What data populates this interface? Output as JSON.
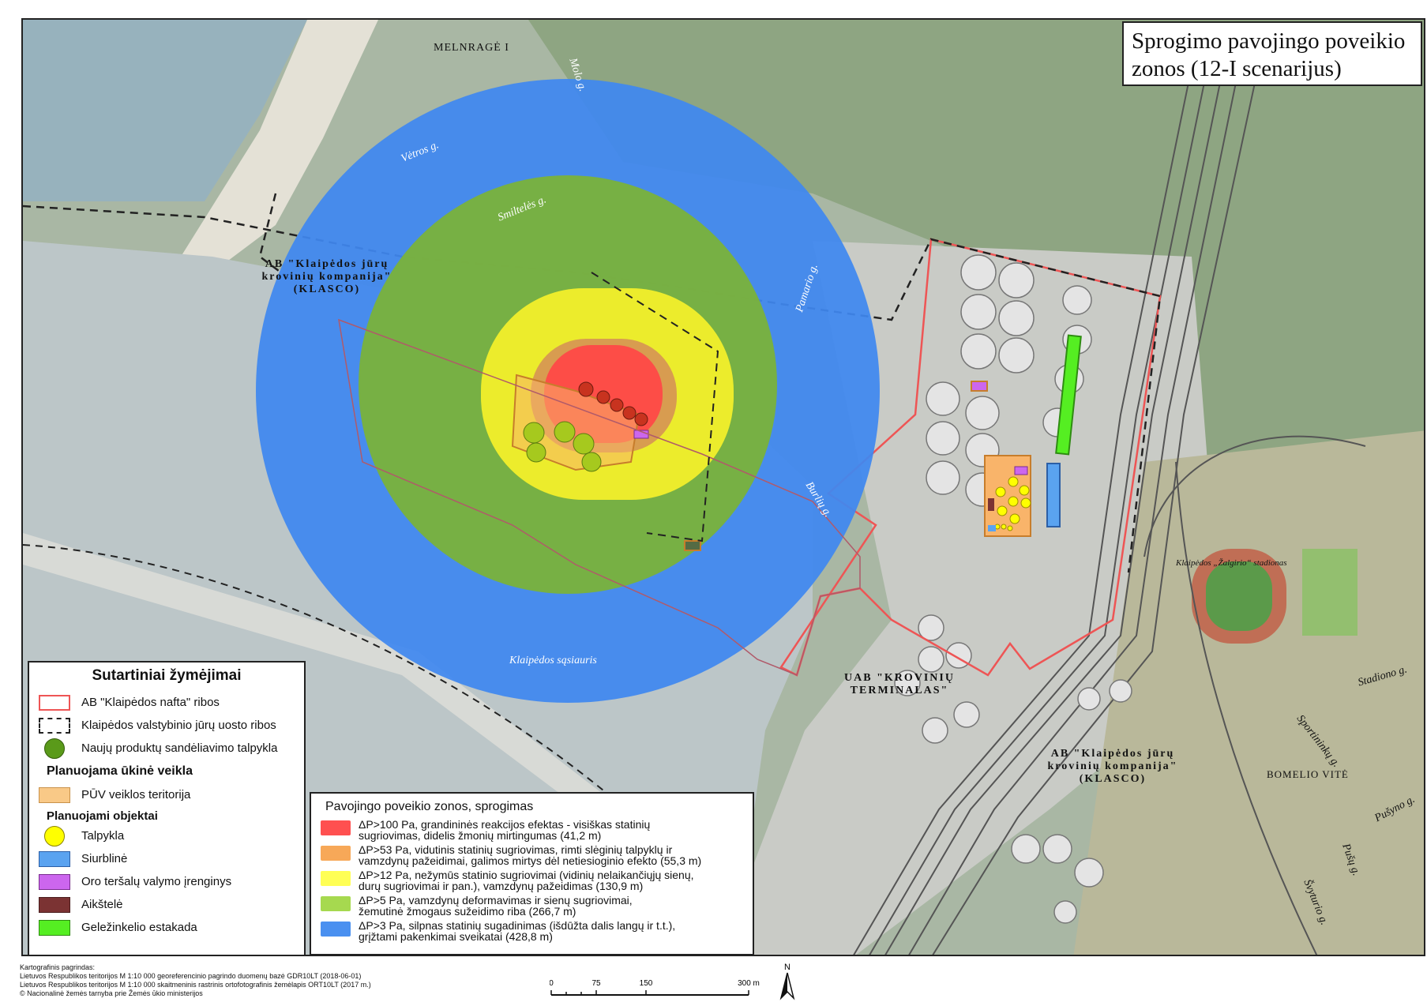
{
  "title": "Sprogimo pavojingo poveikio zonos (12-I scenarijus)",
  "place_labels": {
    "melnrage": "MELNRAGĖ I",
    "klasco_left_line1": "AB \"Klaipėdos jūrų",
    "klasco_left_line2": "krovinių kompanija\"",
    "klasco_left_line3": "(KLASCO)",
    "krovinu_line1": "UAB \"KROVINIŲ",
    "krovinu_line2": "TERMINALAS\"",
    "klasco_right_line1": "AB \"Klaipėdos jūrų",
    "klasco_right_line2": "krovinių kompanija\"",
    "klasco_right_line3": "(KLASCO)",
    "bomelio": "BOMELIO VITĖ",
    "stadionas": "Klaipėdos „Žalgirio“ stadionas"
  },
  "street_labels": {
    "moluo": "Molo g.",
    "vetros": "Vėtros g.",
    "smiltyne": "Smiltelės g.",
    "pamario": "Pamario g.",
    "burlu": "Burlių g.",
    "sasiauris": "Klaipėdos sąsiauris",
    "stadiono": "Stadiono g.",
    "sportininku": "Sportininkų g.",
    "pusyno": "Pušyno g.",
    "pusu": "Pušų g.",
    "syvurio": "Švyturio g."
  },
  "legend": {
    "title": "Sutartiniai žymėjimai",
    "items": [
      {
        "label": "AB \"Klaipėdos nafta\" ribos",
        "icon": "red-outline"
      },
      {
        "label": "Klaipėdos valstybinio jūrų uosto ribos",
        "icon": "dashed-outline"
      },
      {
        "label": "Naujų produktų sandėliavimo talpykla",
        "icon": "green-circle"
      }
    ],
    "section_planned": "Planuojama ūkinė veikla",
    "puv": "PŪV veiklos teritorija",
    "section_objects": "Planuojami objektai",
    "objects": [
      {
        "label": "Talpykla",
        "icon": "yellow-circle",
        "color": "#ffff00"
      },
      {
        "label": "Siurblinė",
        "icon": "blue-rect",
        "color": "#5aa3f0"
      },
      {
        "label": "Oro teršalų valymo įrenginys",
        "icon": "purple-rect",
        "color": "#cc66ee"
      },
      {
        "label": "Aikštelė",
        "icon": "brown-rect",
        "color": "#7b3333"
      },
      {
        "label": "Geležinkelio estakada",
        "icon": "green-rect",
        "color": "#55ee22"
      }
    ]
  },
  "zones_legend": {
    "title": "Pavojingo poveikio zonos, sprogimas",
    "zones": [
      {
        "line1": "ΔP>100 Pa, grandininės reakcijos efektas - visiškas statinių",
        "line2": "sugriovimas, didelis žmonių mirtingumas (41,2 m)",
        "color": "#ff5050"
      },
      {
        "line1": "ΔP>53 Pa, vidutinis statinių sugriovimas, rimti slėginių talpyklų ir",
        "line2": "vamzdynų pažeidimai, galimos mirtys dėl netiesioginio efekto (55,3 m)",
        "color": "#f7a858"
      },
      {
        "line1": "ΔP>12 Pa, nežymūs statinio sugriovimai (vidinių nelaikančiųjų sienų,",
        "line2": "durų sugriovimai ir pan.), vamzdynų pažeidimas (130,9 m)",
        "color": "#ffff55"
      },
      {
        "line1": "ΔP>5 Pa, vamzdynų deformavimas ir sienų sugriovimai,",
        "line2": "žemutinė žmogaus sužeidimo riba (266,7 m)",
        "color": "#a6d94f"
      },
      {
        "line1": "ΔP>3 Pa, silpnas statinių sugadinimas (išdūžta dalis langų ir t.t.),",
        "line2": "grįžtami pakenkimai sveikatai (428,8 m)",
        "color": "#4a90f0"
      }
    ]
  },
  "footer": {
    "line1": "Kartografinis pagrindas:",
    "line2": "Lietuvos Respublikos teritorijos M 1:10 000 georeferencinio pagrindo duomenų bazė GDR10LT (2018-06-01)",
    "line3": "Lietuvos Respublikos teritorijos M 1:10 000 skaitmeninis rastrinis ortofotografinis žemėlapis ORT10LT (2017 m.)",
    "line4": "© Nacionalinė žemės tarnyba prie Žemės ūkio ministerijos"
  },
  "scale": {
    "t0": "0",
    "t1": "75",
    "t2": "150",
    "t3": "300 m"
  },
  "north": "N"
}
